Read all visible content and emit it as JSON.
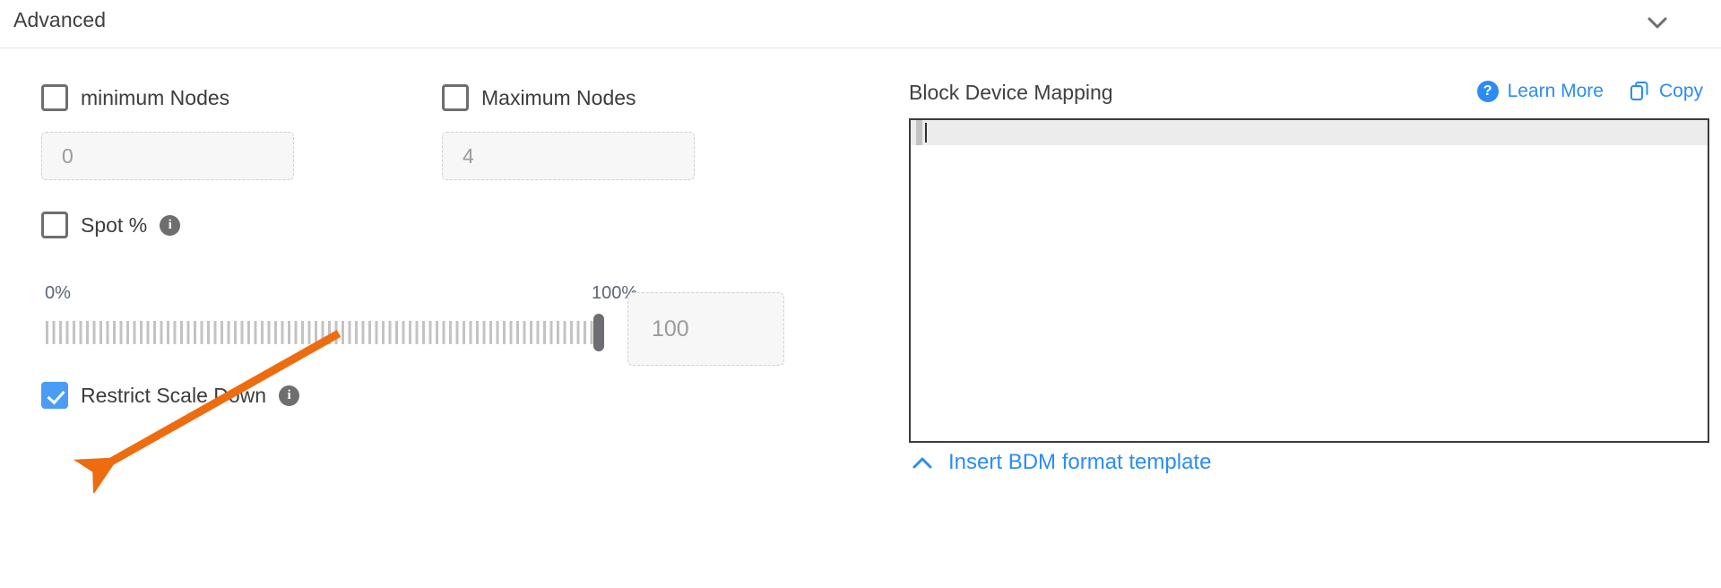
{
  "header": {
    "title": "Advanced",
    "collapse_icon": "chevron-down-icon"
  },
  "left": {
    "min_nodes": {
      "label": "minimum Nodes",
      "checked": false,
      "input_value": "0"
    },
    "max_nodes": {
      "label": "Maximum Nodes",
      "checked": false,
      "input_value": "4"
    },
    "spot": {
      "label": "Spot %",
      "checked": false,
      "info_icon": "info-icon",
      "info_glyph": "i"
    },
    "slider": {
      "min_label": "0%",
      "max_label": "100%",
      "value": "100",
      "percent": 100
    },
    "restrict_scale_down": {
      "label": "Restrict Scale Down",
      "checked": true,
      "info_icon": "info-icon",
      "info_glyph": "i"
    }
  },
  "right": {
    "title": "Block Device Mapping",
    "help_glyph": "?",
    "learn_more": "Learn More",
    "copy": "Copy",
    "copy_icon": "copy-icon",
    "editor_content": "",
    "insert_template": "Insert BDM format template",
    "insert_icon": "chevron-up-icon"
  },
  "colors": {
    "accent_blue": "#2b8cf5",
    "checkbox_blue": "#4a9cf5",
    "annotation_orange": "#ed6c10",
    "text_dark": "#3c3c3c",
    "muted": "#9b9b9b"
  }
}
